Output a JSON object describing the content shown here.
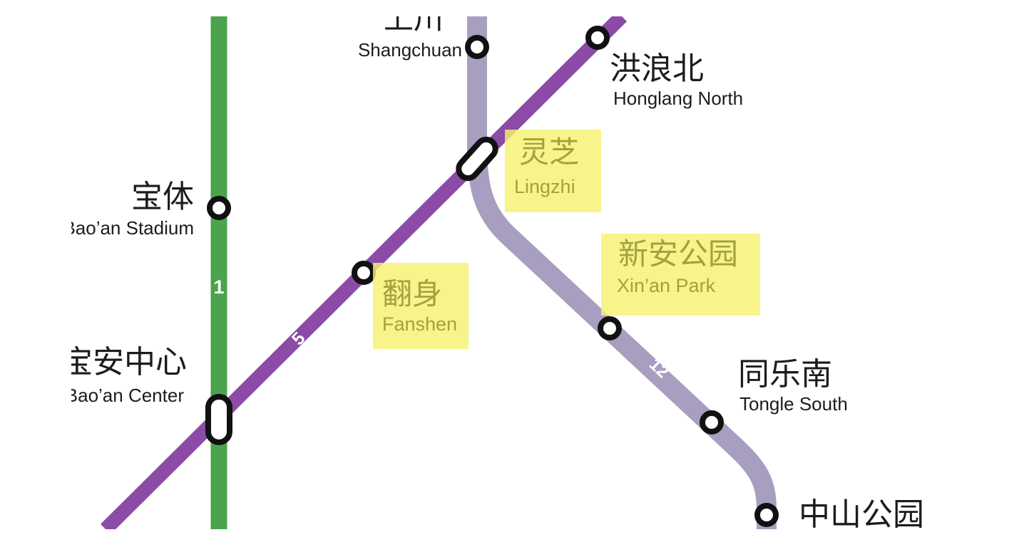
{
  "lines": [
    {
      "name": "Line 1",
      "badge": "1",
      "color": "#4BA44B"
    },
    {
      "name": "Line 5",
      "badge": "5",
      "color": "#8B4BA6"
    },
    {
      "name": "Line 12",
      "badge": "12",
      "color": "#A89FC0"
    }
  ],
  "stations": [
    {
      "zh": "上川",
      "en": "Shangchuan",
      "highlighted": false,
      "interchange": false
    },
    {
      "zh": "洪浪北",
      "en": "Honglang North",
      "highlighted": false,
      "interchange": false
    },
    {
      "zh": "灵芝",
      "en": "Lingzhi",
      "highlighted": true,
      "interchange": true
    },
    {
      "zh": "宝体",
      "en": "Bao’an Stadium",
      "highlighted": false,
      "interchange": false
    },
    {
      "zh": "翻身",
      "en": "Fanshen",
      "highlighted": true,
      "interchange": false
    },
    {
      "zh": "新安公园",
      "en": "Xin’an Park",
      "highlighted": true,
      "interchange": false
    },
    {
      "zh": "宝安中心",
      "en": "Bao’an Center",
      "highlighted": false,
      "interchange": true
    },
    {
      "zh": "同乐南",
      "en": "Tongle South",
      "highlighted": false,
      "interchange": false
    },
    {
      "zh": "中山公园",
      "en": "",
      "highlighted": false,
      "interchange": false
    }
  ],
  "colors": {
    "background": "#FFFFFF",
    "highlight_bg": "#F7F273",
    "highlight_text": "#A3A23E",
    "station_text": "#1C1C1C",
    "marker_stroke": "#111111"
  }
}
